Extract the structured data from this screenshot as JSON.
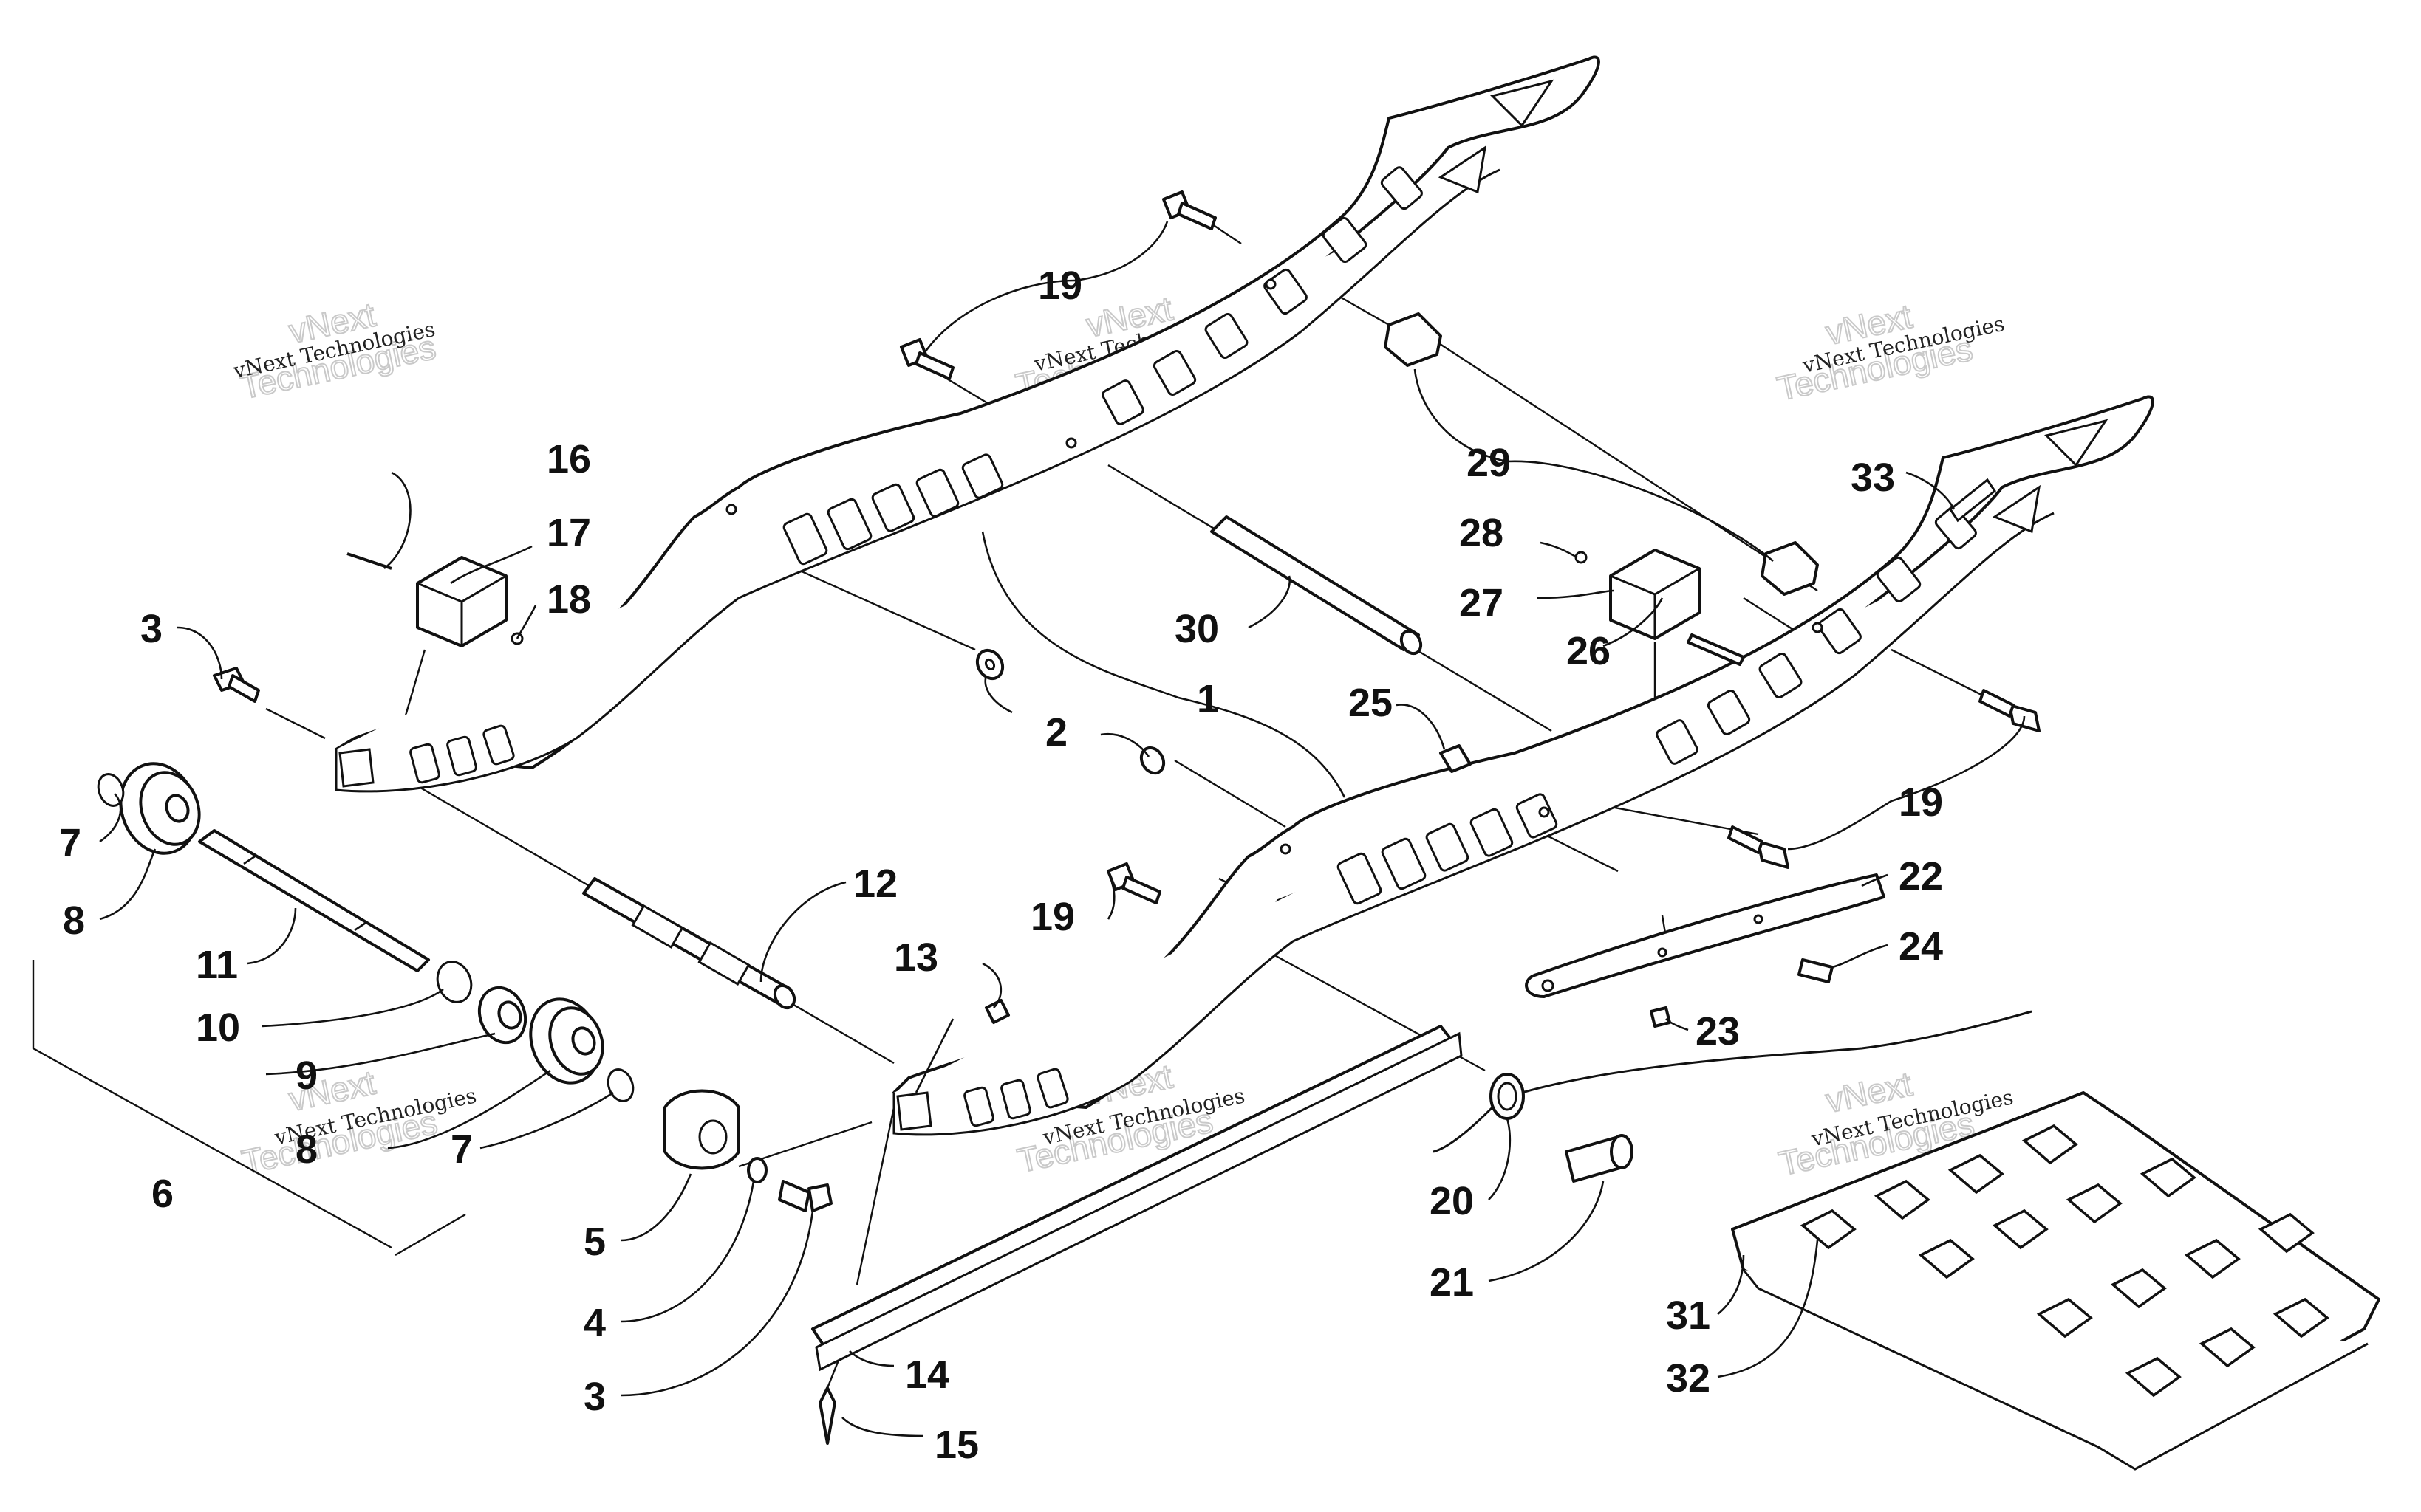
{
  "diagram": {
    "watermark": {
      "small_text": "vNext Technologies",
      "large_text_line1": "vNext",
      "large_text_line2": "Technologies"
    },
    "callouts": [
      {
        "id": "c1",
        "label": "1"
      },
      {
        "id": "c2",
        "label": "2"
      },
      {
        "id": "c3a",
        "label": "3"
      },
      {
        "id": "c3b",
        "label": "3"
      },
      {
        "id": "c4",
        "label": "4"
      },
      {
        "id": "c5",
        "label": "5"
      },
      {
        "id": "c6",
        "label": "6"
      },
      {
        "id": "c7a",
        "label": "7"
      },
      {
        "id": "c7b",
        "label": "7"
      },
      {
        "id": "c8a",
        "label": "8"
      },
      {
        "id": "c8b",
        "label": "8"
      },
      {
        "id": "c9",
        "label": "9"
      },
      {
        "id": "c10",
        "label": "10"
      },
      {
        "id": "c11",
        "label": "11"
      },
      {
        "id": "c12",
        "label": "12"
      },
      {
        "id": "c13",
        "label": "13"
      },
      {
        "id": "c14",
        "label": "14"
      },
      {
        "id": "c15",
        "label": "15"
      },
      {
        "id": "c16",
        "label": "16"
      },
      {
        "id": "c17",
        "label": "17"
      },
      {
        "id": "c18",
        "label": "18"
      },
      {
        "id": "c19a",
        "label": "19"
      },
      {
        "id": "c19b",
        "label": "19"
      },
      {
        "id": "c19c",
        "label": "19"
      },
      {
        "id": "c20",
        "label": "20"
      },
      {
        "id": "c21",
        "label": "21"
      },
      {
        "id": "c22",
        "label": "22"
      },
      {
        "id": "c23",
        "label": "23"
      },
      {
        "id": "c24",
        "label": "24"
      },
      {
        "id": "c25",
        "label": "25"
      },
      {
        "id": "c26",
        "label": "26"
      },
      {
        "id": "c27",
        "label": "27"
      },
      {
        "id": "c28",
        "label": "28"
      },
      {
        "id": "c29",
        "label": "29"
      },
      {
        "id": "c30",
        "label": "30"
      },
      {
        "id": "c31",
        "label": "31"
      },
      {
        "id": "c32",
        "label": "32"
      },
      {
        "id": "c33",
        "label": "33"
      }
    ]
  }
}
